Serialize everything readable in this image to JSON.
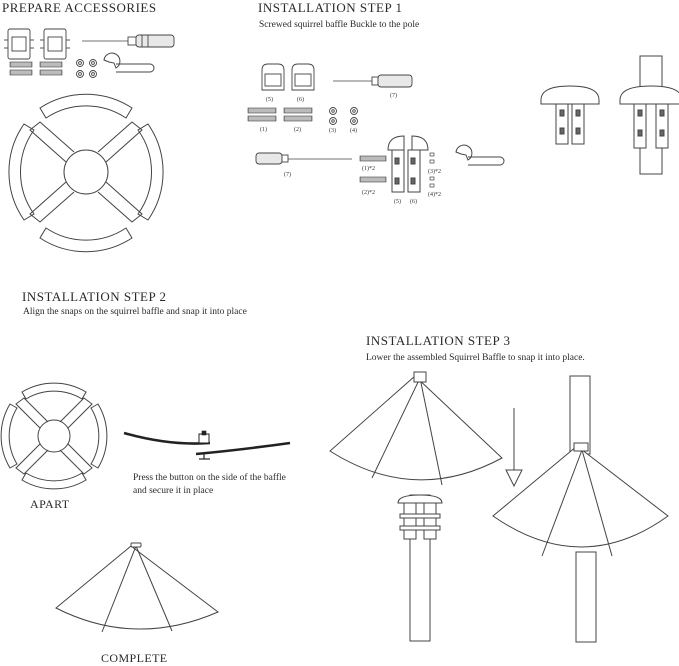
{
  "sections": {
    "prepare": {
      "title": "PREPARE ACCESSORIES"
    },
    "step1": {
      "title": "INSTALLATION STEP 1",
      "description": "Screwed squirrel baffle  Buckle to the pole"
    },
    "step2": {
      "title": "INSTALLATION STEP 2",
      "description": "Align the snaps on the squirrel baffle and snap it into place",
      "note_line1": "Press the button on the side of the baffle",
      "note_line2": "and secure it in place",
      "apart_label": "APART"
    },
    "step3": {
      "title": "INSTALLATION STEP 3",
      "description": "Lower the assembled Squirrel Baffle to snap it into place."
    },
    "complete": {
      "label": "COMPLETE"
    }
  },
  "parts": {
    "p1": "(1)",
    "p2": "(2)",
    "p3": "(3)",
    "p4": "(4)",
    "p5": "(5)",
    "p6": "(6)",
    "p7": "(7)",
    "p1x2": "(1)*2",
    "p2x2": "(2)*2",
    "p3x2": "(3)*2",
    "p4x2": "(4)*2"
  },
  "icons": [
    "screw-icon",
    "screwdriver-icon",
    "wrench-icon",
    "nut-icon",
    "washer-icon",
    "bracket-icon",
    "arrow-down-icon"
  ]
}
